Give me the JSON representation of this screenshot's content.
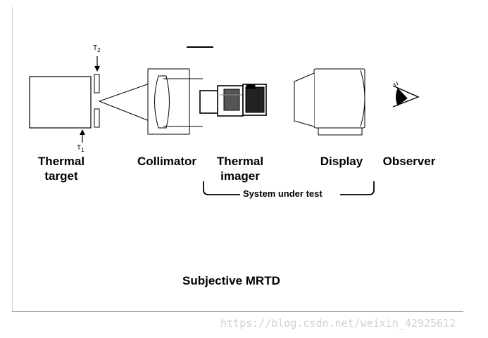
{
  "labels": {
    "thermal_target": "Thermal\ntarget",
    "collimator": "Collimator",
    "thermal_imager": "Thermal\nimager",
    "display": "Display",
    "observer": "Observer"
  },
  "temps": {
    "t2_base": "T",
    "t2_sub": "2",
    "t1_base": "T",
    "t1_sub": "1"
  },
  "system_under_test": "System under test",
  "caption": "Subjective MRTD",
  "watermark": "https://blog.csdn.net/weixin_42925612"
}
